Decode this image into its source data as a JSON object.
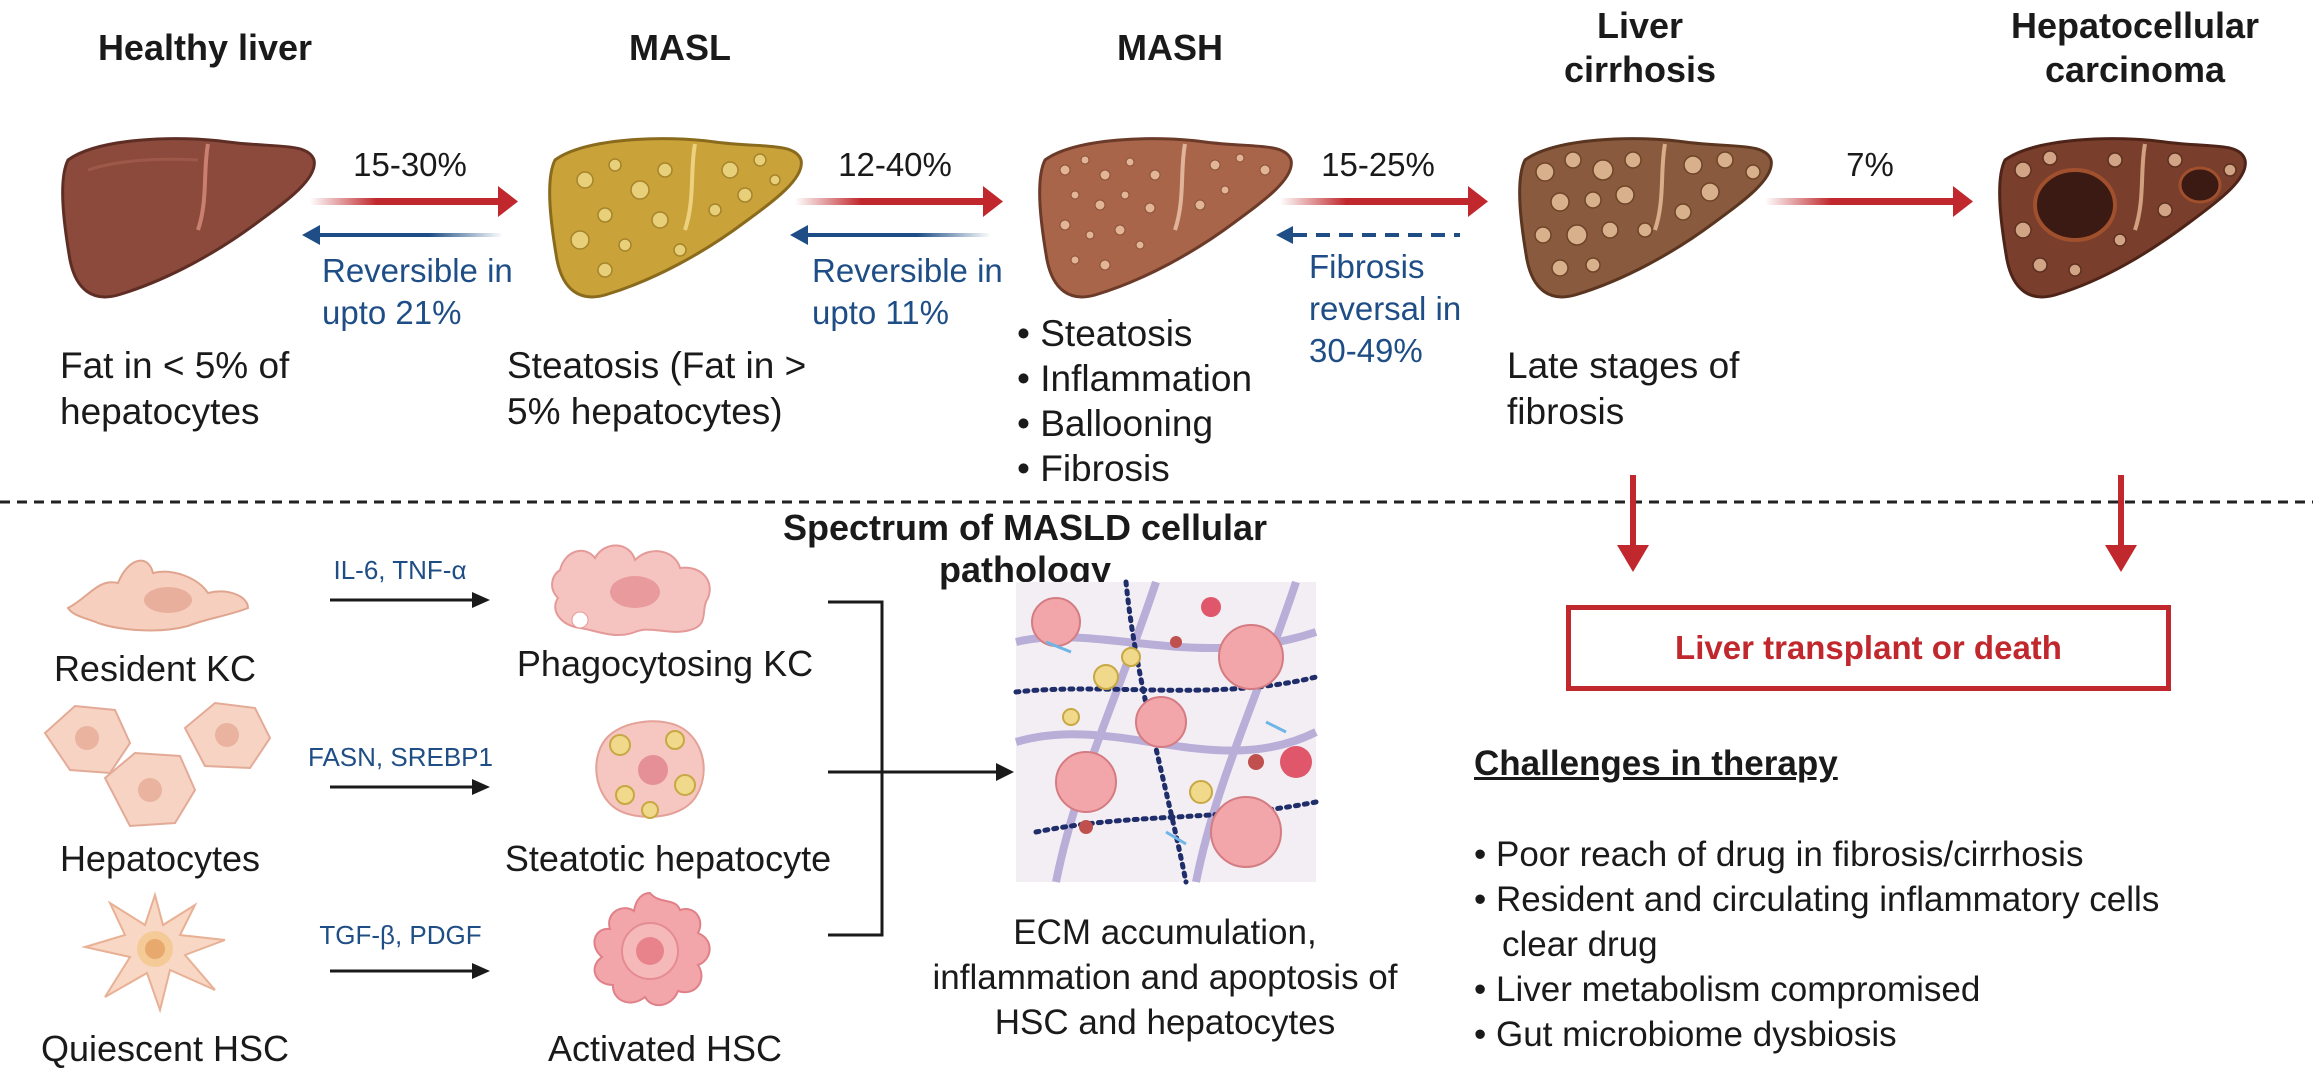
{
  "stages": [
    {
      "title": "Healthy liver",
      "description": "Fat in < 5% of hepatocytes"
    },
    {
      "title": "MASL",
      "description": "Steatosis (Fat in > 5% hepatocytes)"
    },
    {
      "title": "MASH",
      "bullets": [
        "Steatosis",
        "Inflammation",
        "Ballooning",
        "Fibrosis"
      ]
    },
    {
      "title": "Liver cirrhosis",
      "description": "Late stages of fibrosis"
    },
    {
      "title": "Hepatocellular carcinoma"
    }
  ],
  "transitions": [
    {
      "percent": "15-30%",
      "reverse": "Reversible in upto 21%"
    },
    {
      "percent": "12-40%",
      "reverse": "Reversible in upto 11%"
    },
    {
      "percent": "15-25%",
      "reverse": "Fibrosis reversal in 30-49%"
    },
    {
      "percent": "7%"
    }
  ],
  "section_title": "Spectrum of MASLD cellular pathology",
  "cells": [
    {
      "from": "Resident KC",
      "mediator": "IL-6, TNF-α",
      "to": "Phagocytosing KC"
    },
    {
      "from": "Hepatocytes",
      "mediator": "FASN, SREBP1",
      "to": "Steatotic hepatocyte"
    },
    {
      "from": "Quiescent HSC",
      "mediator": "TGF-β, PDGF",
      "to": "Activated HSC"
    }
  ],
  "ecm_text": "ECM accumulation, inflammation and apoptosis of HSC and hepatocytes",
  "outcome": "Liver transplant or death",
  "challenges": {
    "title": "Challenges in therapy",
    "items": [
      "Poor reach of drug in fibrosis/cirrhosis",
      "Resident and circulating inflammatory cells clear drug",
      "Liver metabolism compromised",
      "Gut microbiome dysbiosis"
    ]
  },
  "colors": {
    "forward_arrow": "#c0282d",
    "reverse_arrow": "#1f4e86",
    "healthy_liver": "#8c4a3c",
    "masl_liver": "#c9a23a",
    "mash_liver": "#a8654a",
    "cirrhosis_liver": "#8a5a3e",
    "hcc_liver": "#7a3e2c",
    "kupffer_cell": "#f6cfbf",
    "hepatocyte": "#f7d3c4",
    "hsc": "#f8d7c4"
  }
}
